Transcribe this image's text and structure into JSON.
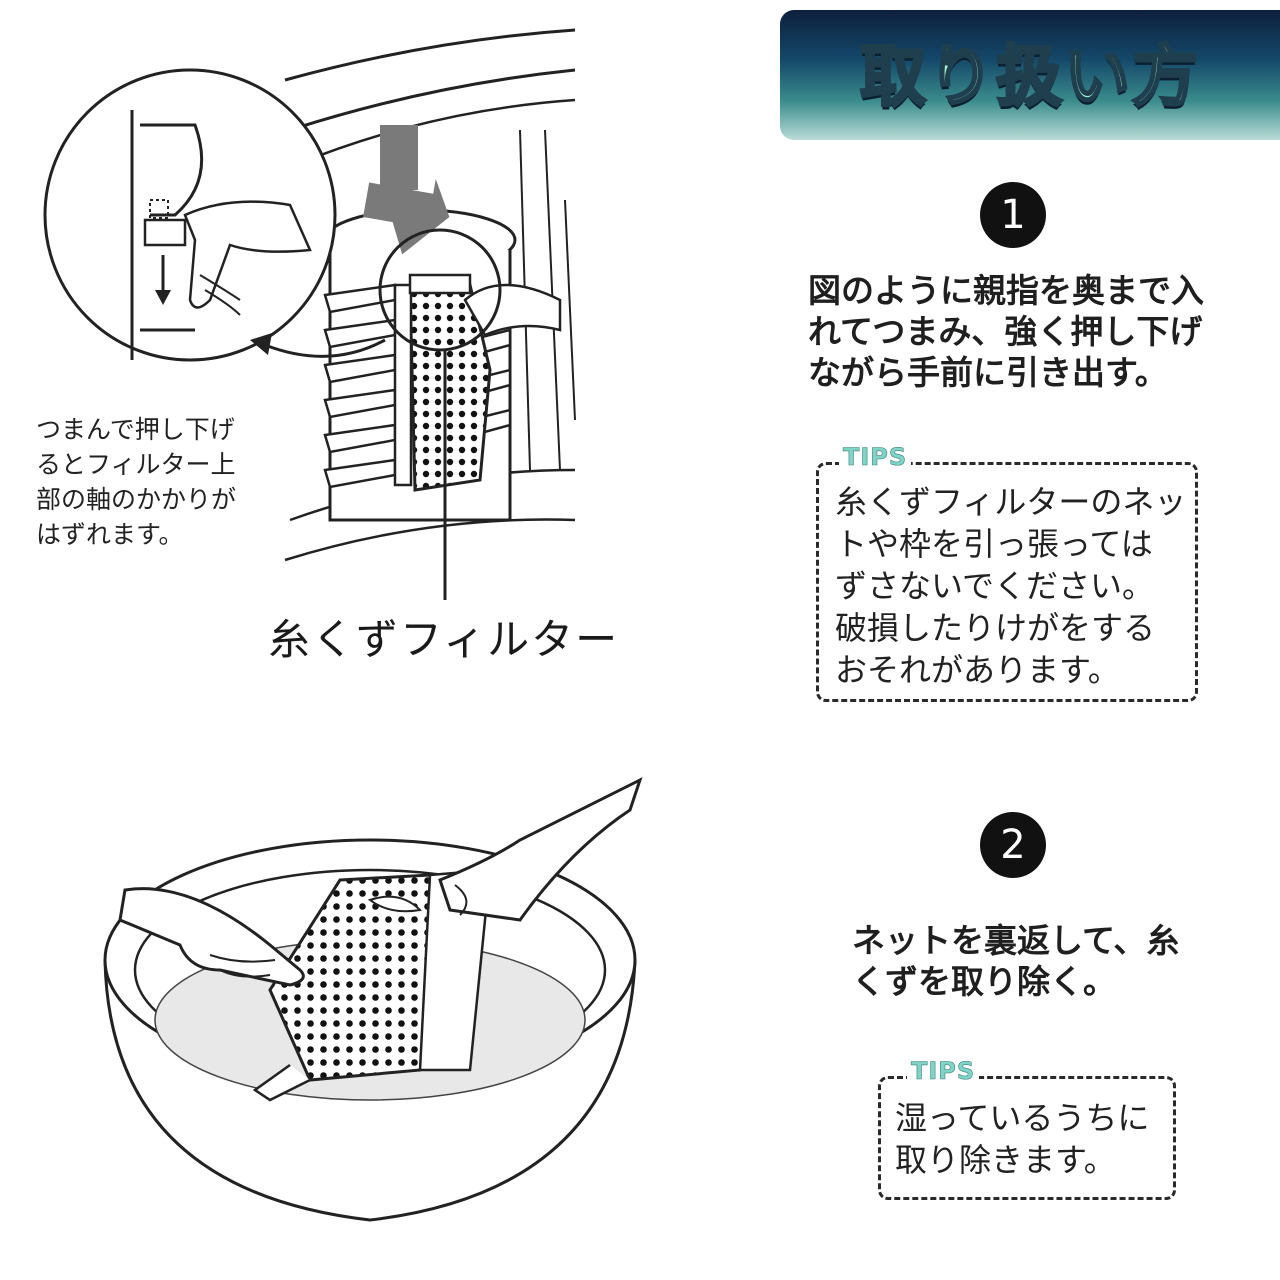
{
  "header": {
    "title": "取り扱い方"
  },
  "step1": {
    "number": "1",
    "instruction": "図のように親指を奥まで入\nれてつまみ、強く押し下げ\nながら手前に引き出す。",
    "tips": {
      "label": "TIPS",
      "text": "糸くずフィルターのネッ\nトや枠を引っ張っては\nずさないでください。\n破損したりけがをする\nおそれがあります。"
    }
  },
  "step2": {
    "number": "2",
    "instruction": "ネットを裏返して、糸\nくずを取り除く。",
    "tips": {
      "label": "TIPS",
      "text": "湿っているうちに\n取り除きます。"
    }
  },
  "illustration1": {
    "caption": "つまんで押し下げ\nるとフィルター上\n部の軸のかかりが\nはずれます。",
    "filter_label": "糸くずフィルター"
  },
  "colors": {
    "header_dark": "#0d1f3c",
    "header_light": "#b9dcd7",
    "title_fill": "#9ff0cf",
    "tips_label": "#7fd3c7",
    "arrow_gray": "#777777"
  }
}
